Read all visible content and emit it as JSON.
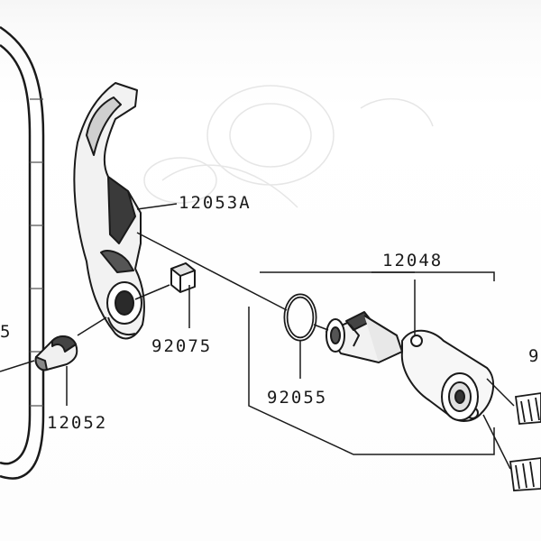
{
  "diagram": {
    "labels": {
      "guide": "12053A",
      "tensioner": "12048",
      "damper_left": "12052",
      "rubber_block": "92075",
      "o_ring": "92055",
      "cut_left": "5",
      "cut_right": "9"
    }
  },
  "colors": {
    "line": "#1a1a1a",
    "paper": "#ffffff",
    "shade": "#777777"
  }
}
